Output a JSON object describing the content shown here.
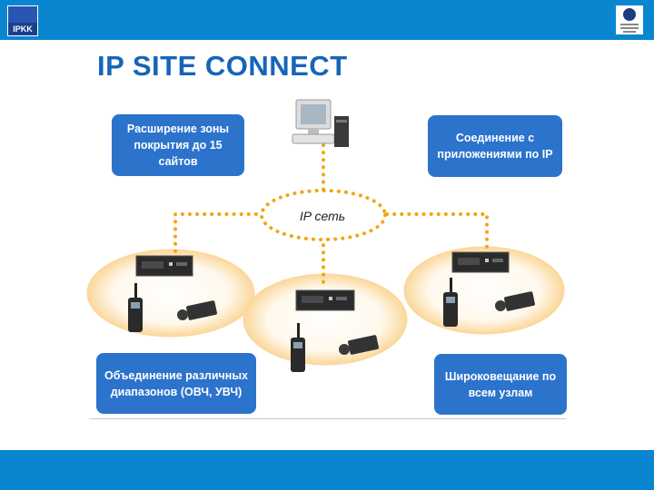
{
  "header": {
    "logo_left_text": "IPKK",
    "brand_color": "#0a86d0"
  },
  "title": "IP SITE CONNECT",
  "boxes": {
    "top_left": "Расширение зоны покрытия до 15 сайтов",
    "top_right": "Соединение с приложениями по IP",
    "bottom_left": "Объединение различных диапазонов (ОВЧ, УВЧ)",
    "bottom_right": "Широковещание по всем узлам"
  },
  "network": {
    "cloud_label": "IP сеть",
    "link_color": "#f2a516",
    "site_color": "#fbd79a",
    "box_color": "#2c73cc"
  },
  "icons": [
    "computer-icon",
    "repeater-icon",
    "portable-radio-icon",
    "mobile-radio-icon"
  ]
}
